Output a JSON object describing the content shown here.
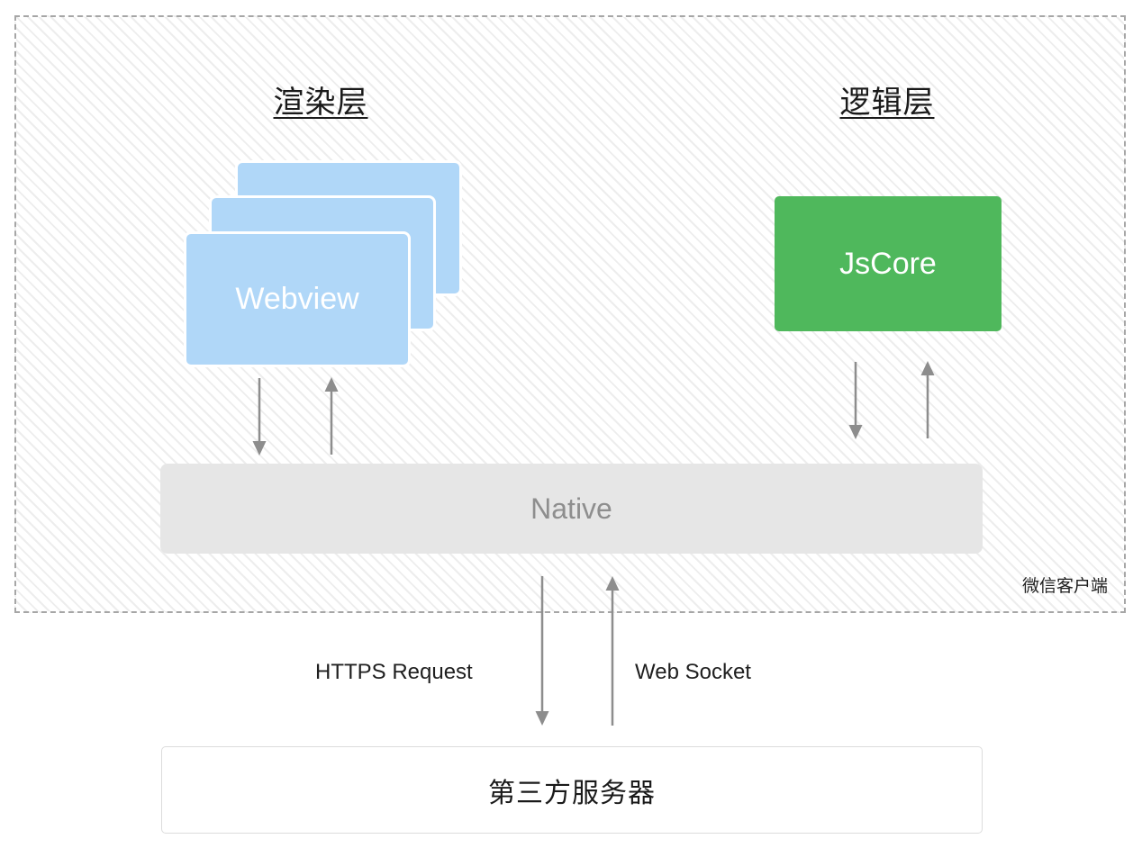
{
  "diagram": {
    "client_label": "微信客户端",
    "render_layer": {
      "title": "渲染层",
      "webview_label": "Webview"
    },
    "logic_layer": {
      "title": "逻辑层",
      "jscore_label": "JsCore"
    },
    "native_label": "Native",
    "connections": {
      "https_label": "HTTPS Request",
      "websocket_label": "Web Socket"
    },
    "server_label": "第三方服务器",
    "colors": {
      "webview_blue": "#b0d7f8",
      "jscore_green": "#4fb85c",
      "native_gray": "#e6e6e6",
      "arrow_gray": "#8d8d8d",
      "hatch_line": "#ededed",
      "dashed_border": "#a6a6a6"
    }
  }
}
